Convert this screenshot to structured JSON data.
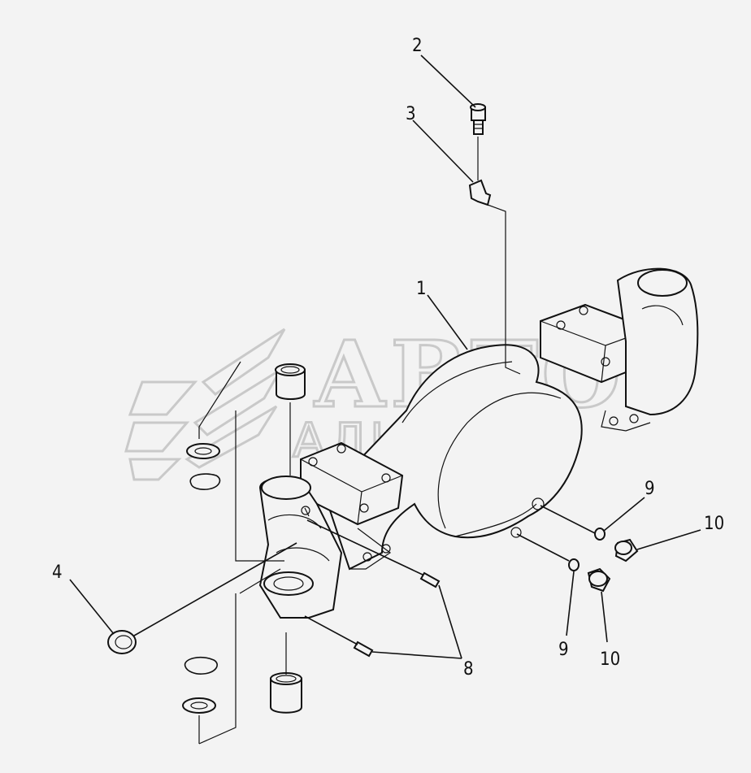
{
  "watermark": {
    "line1": "АВТО",
    "line2": "АЛЬЯНС"
  },
  "callouts": {
    "c1": "1",
    "c2": "2",
    "c3": "3",
    "c4": "4",
    "c8": "8",
    "c9a": "9",
    "c9b": "9",
    "c10a": "10",
    "c10b": "10"
  },
  "colors": {
    "background": "#f3f3f3",
    "ink": "#111111",
    "watermark": "#c9c9c9"
  }
}
